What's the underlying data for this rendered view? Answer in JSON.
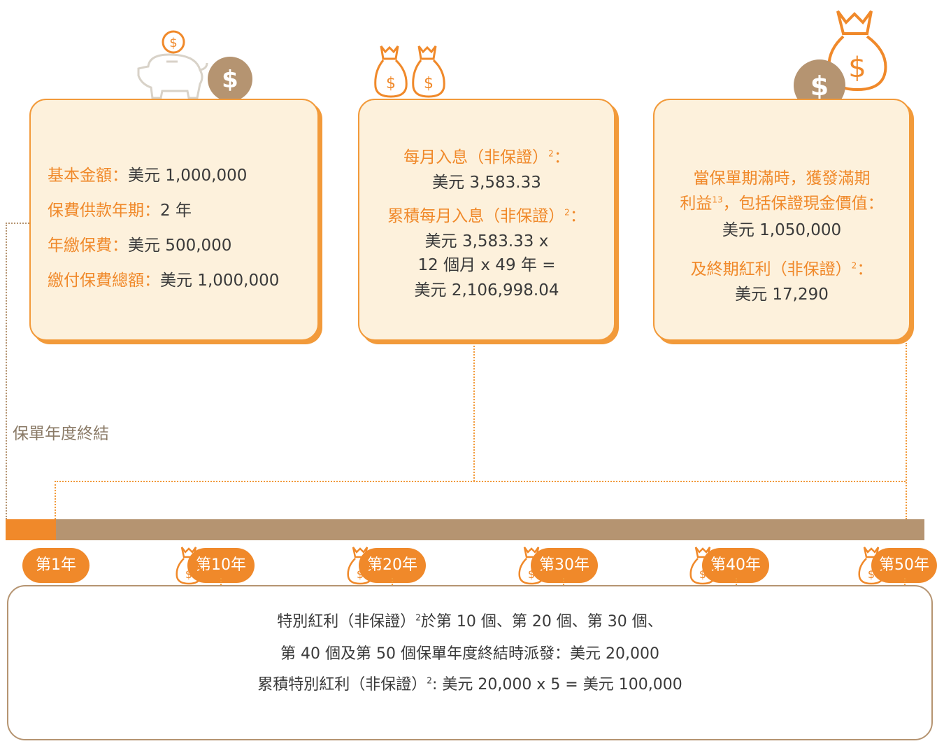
{
  "card1": {
    "rows": [
      {
        "label": "基本金額：",
        "value": "美元 1,000,000"
      },
      {
        "label": "保費供款年期：",
        "value": "2 年"
      },
      {
        "label": "年繳保費：",
        "value": "美元 500,000"
      },
      {
        "label": "繳付保費總額：",
        "value": "美元 1,000,000"
      }
    ]
  },
  "card2": {
    "monthly_label": "每月入息（非保證）",
    "monthly_sup": "2",
    "monthly_colon": "：",
    "monthly_value": "美元 3,583.33",
    "accum_label": "累積每月入息（非保證）",
    "accum_sup": "2",
    "accum_colon": "：",
    "accum_line1": "美元 3,583.33 x",
    "accum_line2": "12 個月 x 49 年 =",
    "accum_line3": "美元 2,106,998.04"
  },
  "card3": {
    "line1": "當保單期滿時，獲發滿期",
    "line2_a": "利益",
    "line2_sup": "13",
    "line2_b": "，包括保證現金價值：",
    "value1": "美元 1,050,000",
    "bonus_label": "及終期紅利（非保證）",
    "bonus_sup": "2",
    "bonus_colon": "：",
    "value2": "美元 17,290"
  },
  "policy_year_end_label": "保單年度終結",
  "years": [
    "第1年",
    "第10年",
    "第20年",
    "第30年",
    "第40年",
    "第50年"
  ],
  "bottom": {
    "line1_a": "特別紅利（非保證）",
    "line1_sup": "2",
    "line1_b": "於第 10 個、第 20 個、第 30 個、",
    "line2": "第 40 個及第 50 個保單年度終結時派發：美元 20,000",
    "line3_a": "累積特別紅利（非保證）",
    "line3_sup": "2",
    "line3_b": ": 美元 20,000 x 5 = 美元 100,000"
  },
  "colors": {
    "orange": "#f0892a",
    "brown": "#b59471",
    "card_bg": "#fdf1dc"
  },
  "icons": [
    "piggy-bank-icon",
    "dollar-coin-icon",
    "money-bag-icon"
  ]
}
